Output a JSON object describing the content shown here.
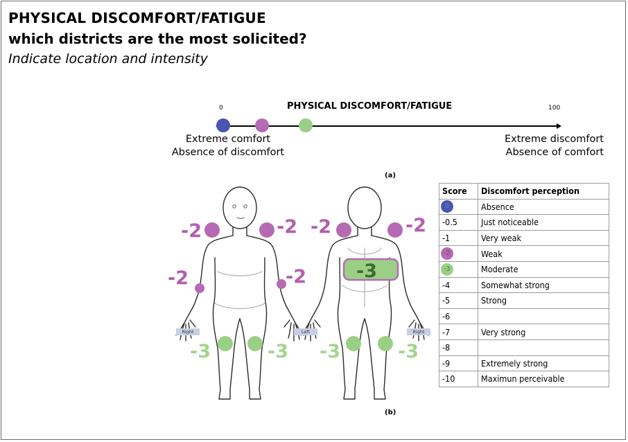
{
  "header": {
    "title_line1": "PHYSICAL DISCOMFORT/FATIGUE",
    "title_line2": "which districts are the most solicited?",
    "subtitle": "Indicate location and intensity"
  },
  "scale": {
    "title": "PHYSICAL DISCOMFORT/FATIGUE",
    "min_tick": "0",
    "max_tick": "100",
    "left_label_1": "Extreme comfort",
    "left_label_2": "Absence of discomfort",
    "right_label_1": "Extreme discomfort",
    "right_label_2": "Absence of comfort",
    "caption": "(a)"
  },
  "body_map": {
    "front_labels": [
      "-2",
      "-2",
      "-2",
      "-2",
      "-3",
      "-3"
    ],
    "back_labels": [
      "-2",
      "-2",
      "-3",
      "-3",
      "-3"
    ],
    "tag_right_front": "Right",
    "tag_left_back": "Left",
    "tag_right_back": "Right",
    "caption": "(b)"
  },
  "table": {
    "col_score": "Score",
    "col_perception": "Discomfort perception",
    "rows": [
      {
        "score": "0",
        "perception": "Absence",
        "marker": "blue"
      },
      {
        "score": "-0.5",
        "perception": "Just noticeable",
        "marker": ""
      },
      {
        "score": "-1",
        "perception": "Very weak",
        "marker": ""
      },
      {
        "score": "-2",
        "perception": "Weak",
        "marker": "pink"
      },
      {
        "score": "-3",
        "perception": "Moderate",
        "marker": "green"
      },
      {
        "score": "-4",
        "perception": "Somewhat strong",
        "marker": ""
      },
      {
        "score": "-5",
        "perception": "Strong",
        "marker": ""
      },
      {
        "score": "-6",
        "perception": "",
        "marker": ""
      },
      {
        "score": "-7",
        "perception": "Very strong",
        "marker": ""
      },
      {
        "score": "-8",
        "perception": "",
        "marker": ""
      },
      {
        "score": "-9",
        "perception": "Extremely strong",
        "marker": ""
      },
      {
        "score": "-10",
        "perception": "Maximun perceivable",
        "marker": ""
      }
    ]
  },
  "colors": {
    "blue": "#4a55b0",
    "pink": "#b56ab3",
    "green": "#9ccf86",
    "label_pink": "#b25fae",
    "label_green": "#a6d48f",
    "dark_green": "#3f6b34"
  }
}
